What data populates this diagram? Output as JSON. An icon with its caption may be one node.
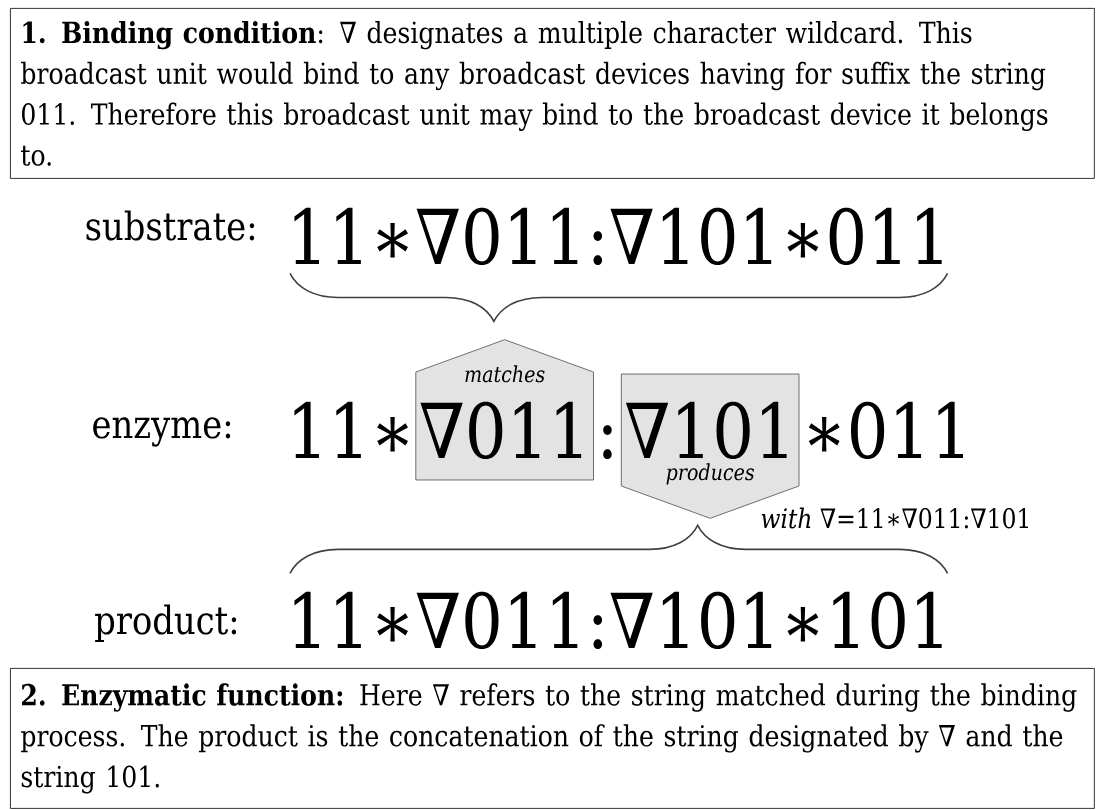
{
  "diagram": {
    "nodes": [
      {
        "text": [
          "**1. Binding condition**: ∇ designates a multiple character wildcard. This broadcast unit would bind to any broadcast devices having for suffix the string 011. Therefore this broadcast unit may bind to the broadcast device it belongs to."
        ]
      },
      {
        "text": [
          "**2. Enzymatic function:** Here ∇ refers to the string matched during the binding process. The product is the concatenation of the string designated by ∇ and the string 101."
        ]
      },
      {
        "text": [
          "matches",
          "∇011"
        ]
      },
      {
        "text": [
          "∇101",
          "produces"
        ]
      }
    ],
    "labels": [
      "substrate:",
      "11∗∇011:∇101∗011",
      "enzyme:",
      "11∗",
      ":",
      "∗011",
      "*with* ∇=11∗∇011:∇101",
      "product:",
      "11∗∇011:∇101∗101"
    ]
  }
}
